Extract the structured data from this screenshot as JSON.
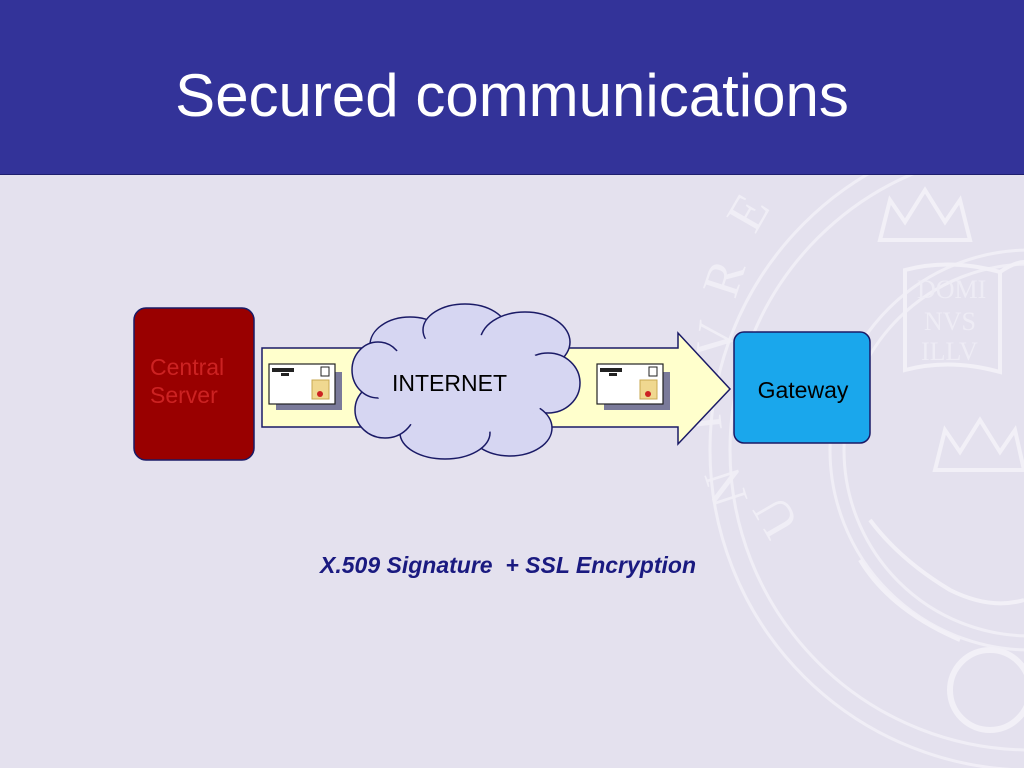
{
  "slide": {
    "title": "Secured communications",
    "background_color": "#e4e1ee",
    "title_bar_color": "#333399"
  },
  "seal": {
    "text_lines": [
      "DOMI",
      "NVS",
      "ILLV"
    ],
    "ring_letters": "U N I V E R"
  },
  "diagram": {
    "server": {
      "label": "Central Server",
      "fill": "#990000"
    },
    "cloud": {
      "label": "INTERNET",
      "fill": "#d6d6f2"
    },
    "gateway": {
      "label": "Gateway",
      "fill": "#1aa7ec"
    },
    "arrow_fill": "#ffffcc",
    "envelope_icons": [
      "signed-certificate-envelope",
      "signed-certificate-envelope"
    ]
  },
  "caption": "X.509 Signature  + SSL Encryption"
}
